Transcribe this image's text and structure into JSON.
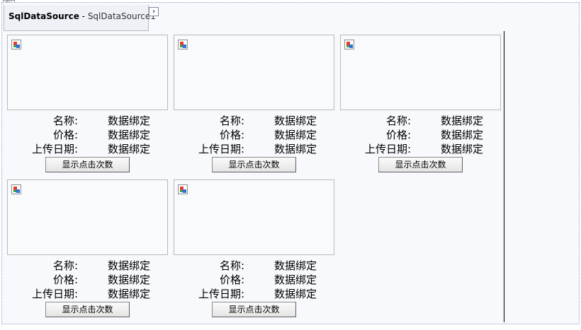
{
  "designer": {
    "div_tag": "div",
    "smart_tag": {
      "control_type": "SqlDataSource",
      "separator": " - ",
      "control_id": "SqlDataSource1",
      "arrow": "›"
    }
  },
  "items": [
    {
      "name_label": "名称:",
      "name_value": "数据绑定",
      "price_label": "价格:",
      "price_value": "数据绑定",
      "date_label": "上传日期:",
      "date_value": "数据绑定",
      "button_label": "显示点击次数",
      "image_icon": "broken-image-icon"
    },
    {
      "name_label": "名称:",
      "name_value": "数据绑定",
      "price_label": "价格:",
      "price_value": "数据绑定",
      "date_label": "上传日期:",
      "date_value": "数据绑定",
      "button_label": "显示点击次数",
      "image_icon": "broken-image-icon"
    },
    {
      "name_label": "名称:",
      "name_value": "数据绑定",
      "price_label": "价格:",
      "price_value": "数据绑定",
      "date_label": "上传日期:",
      "date_value": "数据绑定",
      "button_label": "显示点击次数",
      "image_icon": "broken-image-icon"
    },
    {
      "name_label": "名称:",
      "name_value": "数据绑定",
      "price_label": "价格:",
      "price_value": "数据绑定",
      "date_label": "上传日期:",
      "date_value": "数据绑定",
      "button_label": "显示点击次数",
      "image_icon": "broken-image-icon"
    },
    {
      "name_label": "名称:",
      "name_value": "数据绑定",
      "price_label": "价格:",
      "price_value": "数据绑定",
      "date_label": "上传日期:",
      "date_value": "数据绑定",
      "button_label": "显示点击次数",
      "image_icon": "broken-image-icon"
    }
  ]
}
